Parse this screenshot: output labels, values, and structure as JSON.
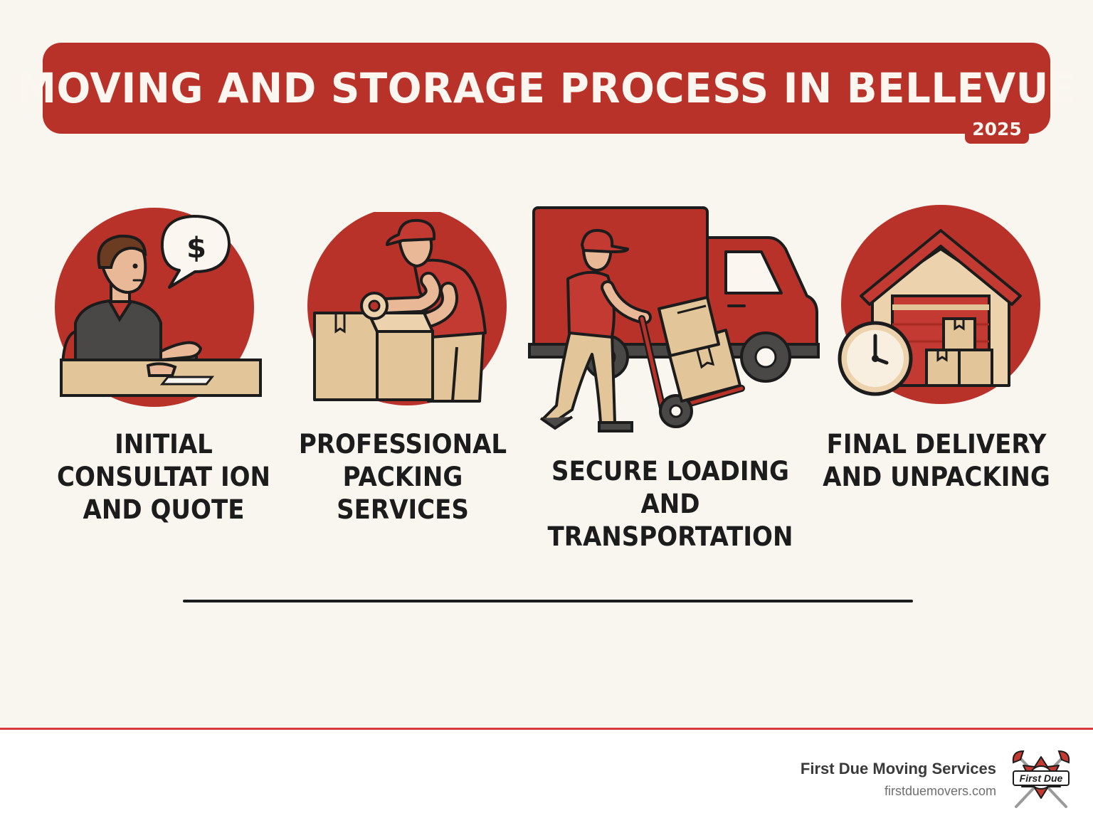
{
  "header": {
    "title": "MOVING AND STORAGE PROCESS IN BELLEVUE",
    "year": "2025"
  },
  "steps": [
    {
      "label": "INITIAL\nCONSULTAT ION\nAND QUOTE",
      "icon": "consultation-icon"
    },
    {
      "label": "PROFESSIONAL\nPACKING\nSERVICES",
      "icon": "packing-icon"
    },
    {
      "label": "SECURE LOADING\nAND TRANSPORTATION",
      "icon": "moving-truck-icon"
    },
    {
      "label": "FINAL DELIVERY\nAND UNPACKING",
      "icon": "storage-warehouse-icon"
    }
  ],
  "footer": {
    "company": "First Due Moving Services",
    "url": "firstduemovers.com",
    "logo_text": "First Due"
  },
  "colors": {
    "accent": "#b8322a",
    "background": "#f9f5ef",
    "box": "#e3c59a",
    "text": "#1c1c1c"
  }
}
